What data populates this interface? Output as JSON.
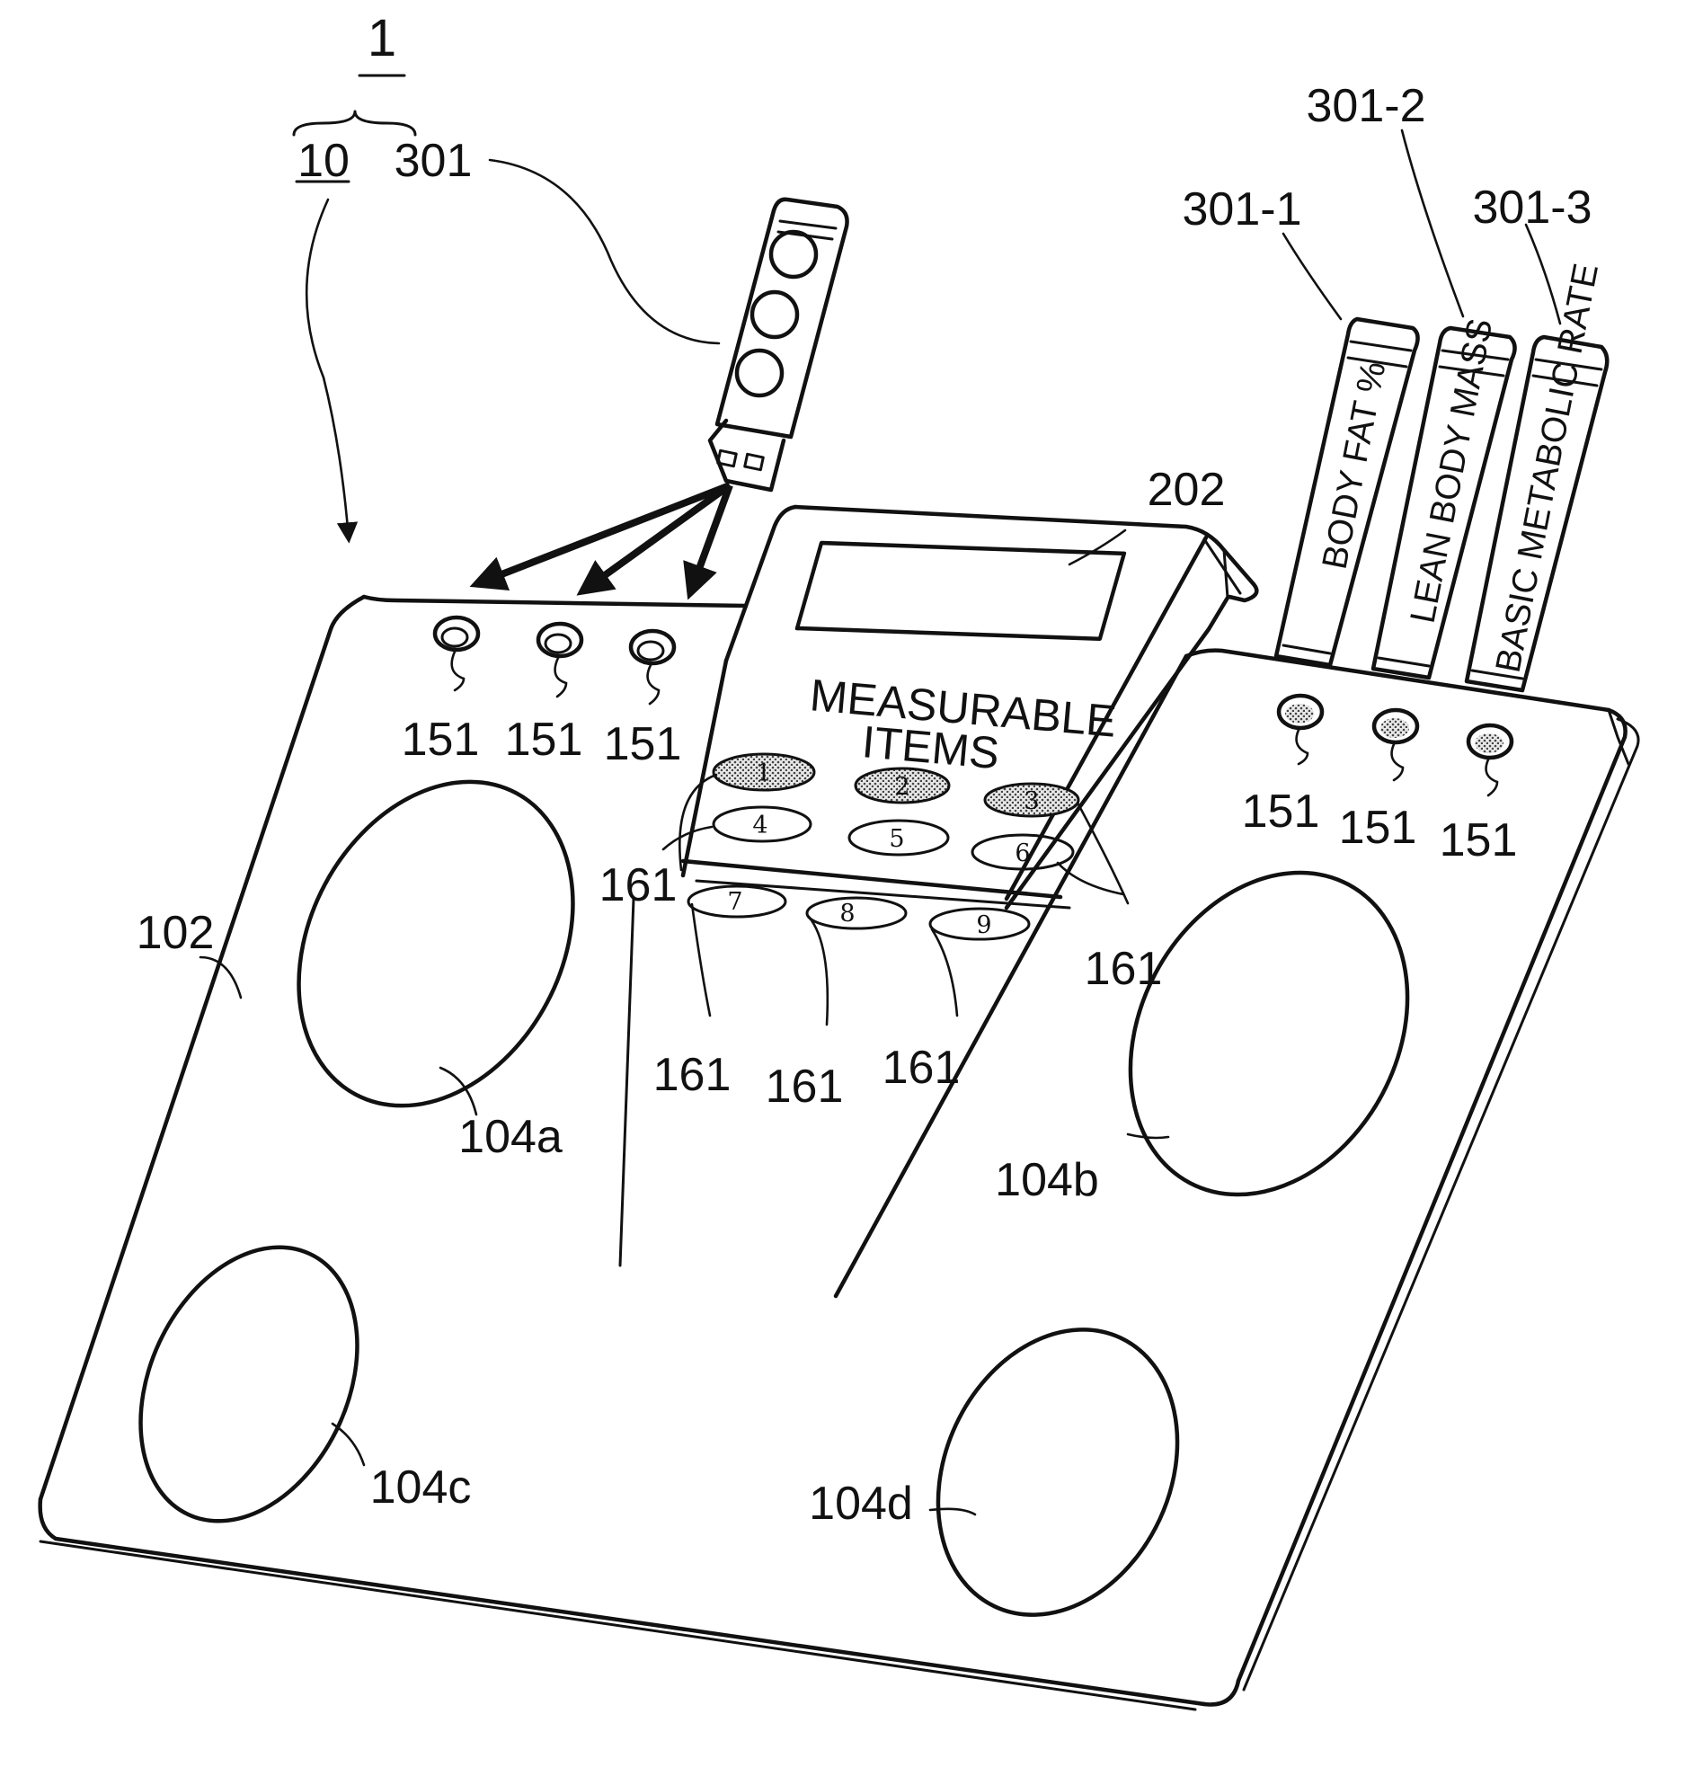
{
  "labels": {
    "system": "1",
    "device": "10",
    "cartridge": "301",
    "cartridge_1": "301-1",
    "cartridge_2": "301-2",
    "cartridge_3": "301-3",
    "display": "202",
    "platform": "102",
    "socket": "151",
    "key": "161",
    "electrode_a": "104a",
    "electrode_b": "104b",
    "electrode_c": "104c",
    "electrode_d": "104d"
  },
  "panel": {
    "title_line1": "MEASURABLE",
    "title_line2": "ITEMS"
  },
  "keys": [
    "1",
    "2",
    "3",
    "4",
    "5",
    "6",
    "7",
    "8",
    "9"
  ],
  "cartridges": {
    "label_1": "BODY FAT %",
    "label_2": "LEAN BODY MASS",
    "label_3": "BASIC METABOLIC RATE"
  }
}
